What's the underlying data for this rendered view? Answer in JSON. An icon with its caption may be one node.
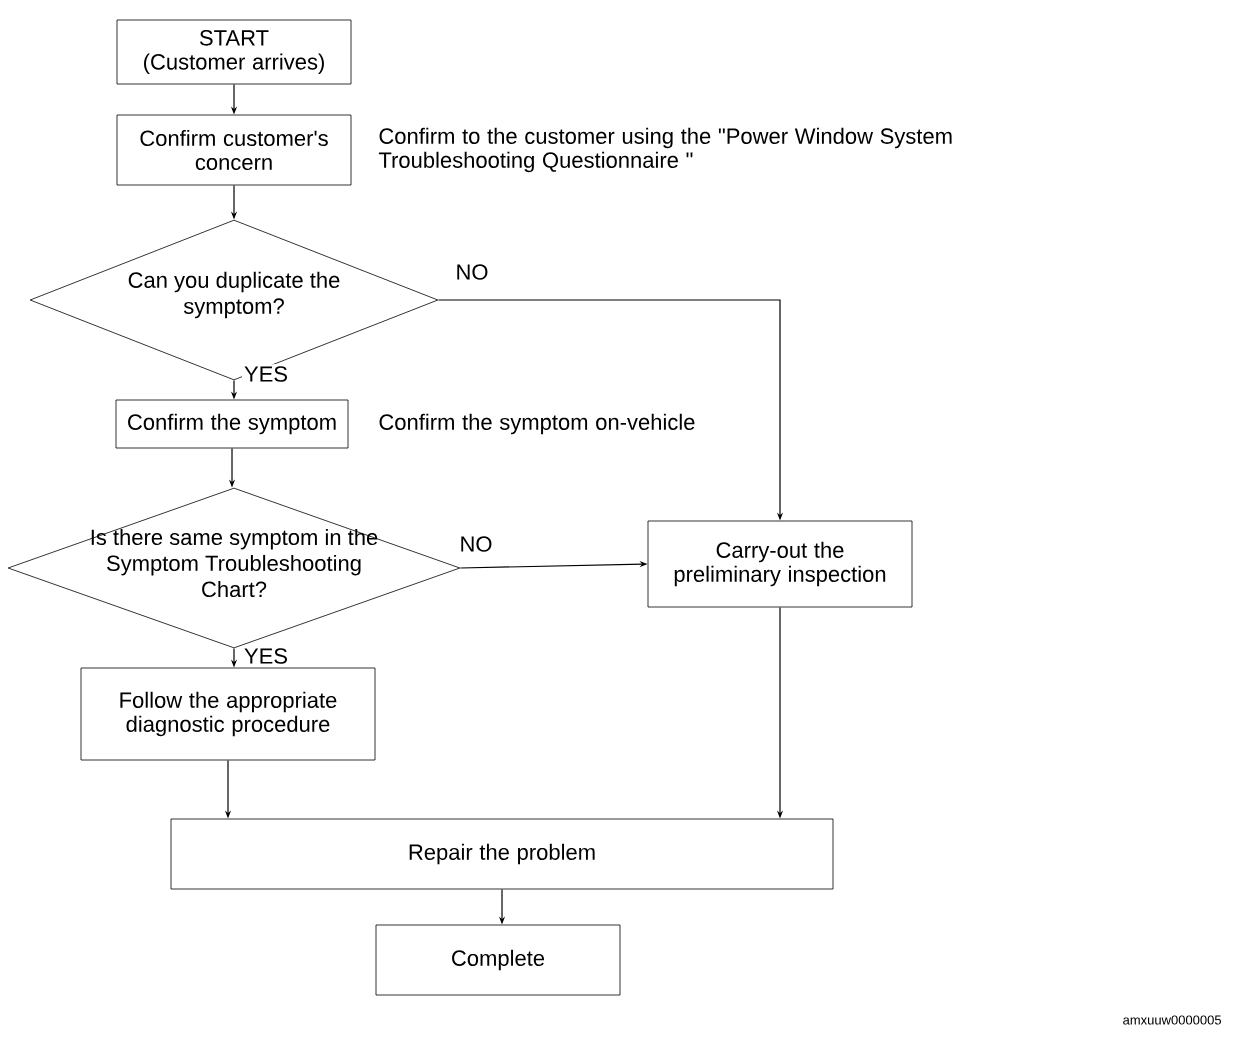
{
  "diagram": {
    "nodes": [
      {
        "text": [
          "START",
          "(Customer arrives)"
        ]
      },
      {
        "text": [
          "Confirm customer's concern"
        ],
        "beside": [
          "Confirm to the customer using the \"Power Window System Troubleshooting Questionnaire \""
        ]
      },
      {
        "text": [
          "Can you duplicate the symptom?"
        ]
      },
      {
        "text": [
          "Confirm the symptom"
        ],
        "beside": [
          "Confirm the symptom on-vehicle"
        ]
      },
      {
        "text": [
          "Is there same symptom in the Symptom Troubleshooting Chart?"
        ]
      },
      {
        "text": [
          "Carry-out the preliminary inspection"
        ]
      },
      {
        "text": [
          "Follow the appropriate diagnostic procedure"
        ]
      },
      {
        "text": [
          "Repair the problem"
        ]
      },
      {
        "text": [
          "Complete"
        ]
      }
    ],
    "edges": [
      {
        "from": 0,
        "to": 1,
        "arrow": "to"
      },
      {
        "from": 1,
        "to": 2,
        "arrow": "to"
      },
      {
        "from": 2,
        "to": 3,
        "arrow": "to",
        "label": "YES"
      },
      {
        "from": 2,
        "to": 5,
        "arrow": "to",
        "label": "NO"
      },
      {
        "from": 3,
        "to": 4,
        "arrow": "to"
      },
      {
        "from": 4,
        "to": 6,
        "arrow": "to",
        "label": "YES"
      },
      {
        "from": 4,
        "to": 5,
        "arrow": "to",
        "label": "NO"
      },
      {
        "from": 6,
        "to": 7,
        "arrow": "to"
      },
      {
        "from": 5,
        "to": 7,
        "arrow": "to"
      },
      {
        "from": 7,
        "to": 8,
        "arrow": "to"
      }
    ],
    "labels": [
      "amxuuw0000005"
    ]
  }
}
